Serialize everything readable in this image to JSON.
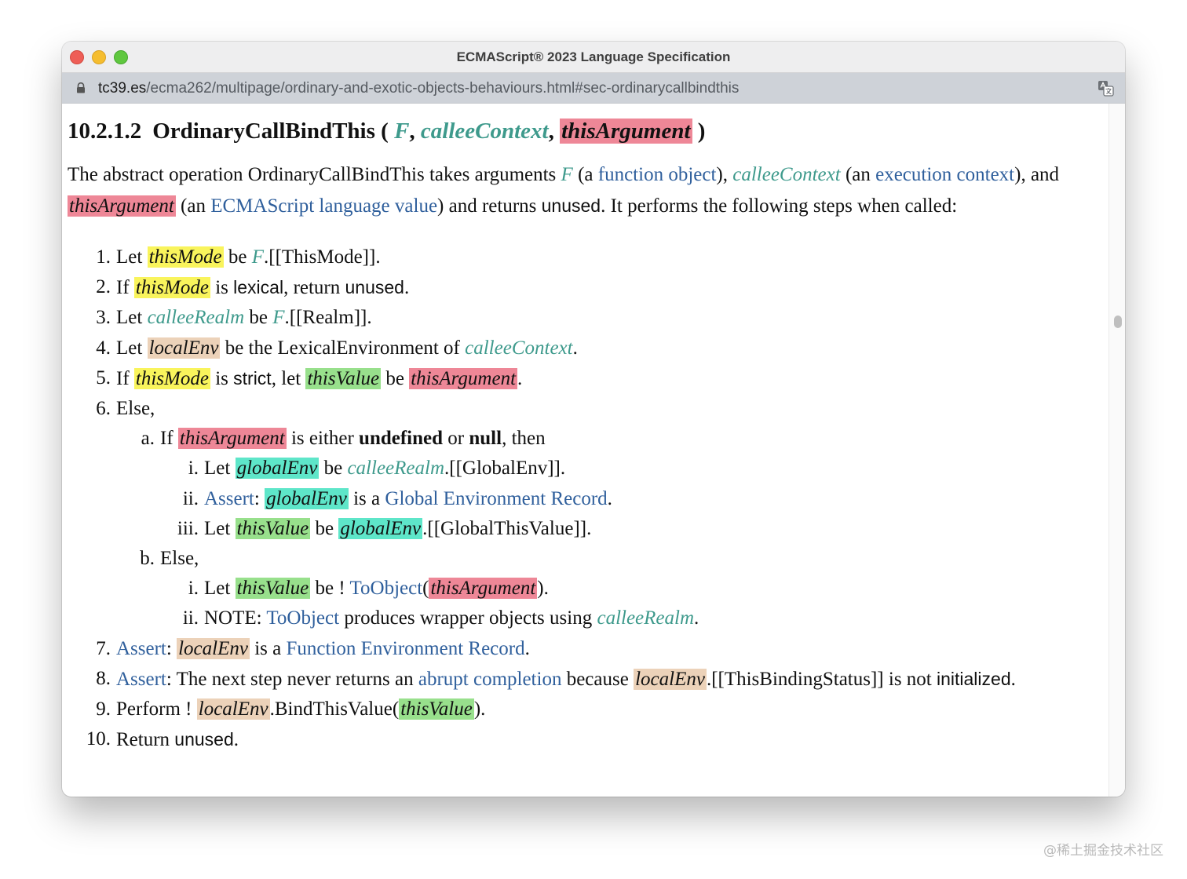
{
  "window": {
    "title": "ECMAScript® 2023 Language Specification"
  },
  "urlbar": {
    "host": "tc39.es",
    "path": "/ecma262/multipage/ordinary-and-exotic-objects-behaviours.html#sec-ordinarycallbindthis"
  },
  "icons": {
    "lock": "lock-icon",
    "translate": "translate-icon"
  },
  "colors": {
    "highlight_thisArgument": "#ee8797",
    "highlight_thisMode": "#f9f45c",
    "highlight_localEnv": "#ecd2b9",
    "highlight_thisValue": "#98e08c",
    "highlight_globalEnv": "#5ee6c9",
    "parameter": "#3e9a8c",
    "link": "#2f5f9c"
  },
  "heading": {
    "number": "10.2.1.2",
    "name": "OrdinaryCallBindThis",
    "open": "(",
    "param1": "F",
    "comma1": ",",
    "param2": "calleeContext",
    "comma2": ",",
    "param3": "thisArgument",
    "close": ")"
  },
  "description": {
    "t1": "The abstract operation OrdinaryCallBindThis takes arguments ",
    "p_F": "F",
    "t2": " (a ",
    "l_function_object": "function object",
    "t3": "), ",
    "p_calleeContext": "calleeContext",
    "t4": " (an ",
    "l_execution_context": "execution context",
    "t5": "), and ",
    "p_thisArgument": "thisArgument",
    "t6": " (an ",
    "l_ecmascript_value": "ECMAScript language value",
    "t7": ") and returns ",
    "c_unused": "unused",
    "t8": ". It performs the following steps when called:"
  },
  "steps": {
    "s1": {
      "m": "1.",
      "a": "Let ",
      "v1": "thisMode",
      "b": " be ",
      "p": "F",
      "c": ".[[ThisMode]]."
    },
    "s2": {
      "m": "2.",
      "a": "If ",
      "v1": "thisMode",
      "b": " is ",
      "c1": "lexical",
      "c": ", return ",
      "c2": "unused",
      "d": "."
    },
    "s3": {
      "m": "3.",
      "a": "Let ",
      "p1": "calleeRealm",
      "b": " be ",
      "p2": "F",
      "c": ".[[Realm]]."
    },
    "s4": {
      "m": "4.",
      "a": "Let ",
      "v1": "localEnv",
      "b": " be the LexicalEnvironment of ",
      "p": "calleeContext",
      "c": "."
    },
    "s5": {
      "m": "5.",
      "a": "If ",
      "v1": "thisMode",
      "b": " is ",
      "c1": "strict",
      "c": ", let ",
      "v2": "thisValue",
      "d": " be ",
      "v3": "thisArgument",
      "e": "."
    },
    "s6": {
      "m": "6.",
      "a": "Else,"
    },
    "s6a": {
      "m": "a.",
      "a": "If ",
      "v1": "thisArgument",
      "b": " is either ",
      "k1": "undefined",
      "c": " or ",
      "k2": "null",
      "d": ", then"
    },
    "s6a1": {
      "m": "i.",
      "a": "Let ",
      "v1": "globalEnv",
      "b": " be ",
      "p": "calleeRealm",
      "c": ".[[GlobalEnv]]."
    },
    "s6a2": {
      "m": "ii.",
      "l1": "Assert",
      "a": ": ",
      "v1": "globalEnv",
      "b": " is a ",
      "l2": "Global Environment Record",
      "c": "."
    },
    "s6a3": {
      "m": "iii.",
      "a": "Let ",
      "v1": "thisValue",
      "b": " be ",
      "v2": "globalEnv",
      "c": ".[[GlobalThisValue]]."
    },
    "s6b": {
      "m": "b.",
      "a": "Else,"
    },
    "s6b1": {
      "m": "i.",
      "a": "Let ",
      "v1": "thisValue",
      "b": " be ! ",
      "l1": "ToObject",
      "c": "(",
      "v2": "thisArgument",
      "d": ")."
    },
    "s6b2": {
      "m": "ii.",
      "a": "NOTE: ",
      "l1": "ToObject",
      "b": " produces wrapper objects using ",
      "p": "calleeRealm",
      "c": "."
    },
    "s7": {
      "m": "7.",
      "l1": "Assert",
      "a": ": ",
      "v1": "localEnv",
      "b": " is a ",
      "l2": "Function Environment Record",
      "c": "."
    },
    "s8": {
      "m": "8.",
      "l1": "Assert",
      "a": ": The next step never returns an ",
      "l2": "abrupt completion",
      "b": " because ",
      "v1": "localEnv",
      "c": ".[[ThisBindingStatus]] is not ",
      "c1": "initialized",
      "d": "."
    },
    "s9": {
      "m": "9.",
      "a": "Perform ! ",
      "v1": "localEnv",
      "b": ".BindThisValue(",
      "v2": "thisValue",
      "c": ")."
    },
    "s10": {
      "m": "10.",
      "a": "Return ",
      "c1": "unused",
      "b": "."
    }
  },
  "watermark": "@稀土掘金技术社区"
}
